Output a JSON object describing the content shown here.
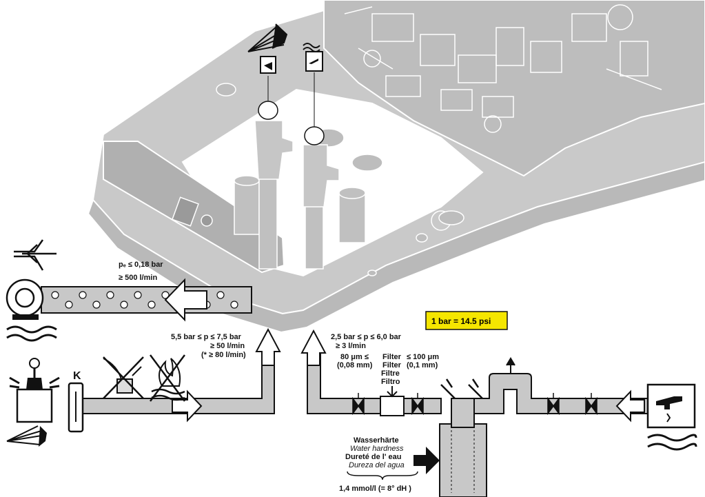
{
  "colors": {
    "machine_fill": "#c9c9c9",
    "machine_stroke": "#ffffff",
    "pipe_fill": "#c8c8c8",
    "outline": "#111111",
    "highlight": "#f5e600"
  },
  "icons": [
    "pump-icon",
    "steam-icon",
    "water-tap-icon",
    "no-oil-icon",
    "no-fire-icon",
    "pressure-gauge-icon",
    "hot-water-icon",
    "valve-icon",
    "filter-icon",
    "outlet-arrow-icon"
  ],
  "labels": {
    "drain_pressure": "pₑ ≤ 0,18 bar",
    "drain_flow": "≥ 500 l/min",
    "hot_pressure": "5,5 bar ≤ p ≤ 7,5 bar",
    "hot_flow": "≥ 50 l/min",
    "hot_flow_alt": "(* ≥ 80 l/min)",
    "cold_pressure": "2,5 bar ≤ p ≤ 6,0 bar",
    "cold_flow": "≥ 3 l/min",
    "filter_min": "80 μm  ≤",
    "filter_min_mm": "(0,08 mm)",
    "filter_max": "≤ 100 μm",
    "filter_max_mm": "(0,1 mm)",
    "filter_de": "Filter",
    "filter_en": "Filter",
    "filter_fr": "Filtre",
    "filter_es": "Filtro",
    "k_label": "K",
    "hardness_de": "Wasserhärte",
    "hardness_en": "Water hardness",
    "hardness_fr": "Dureté  de l' eau",
    "hardness_es": "Dureza del agua",
    "hardness_value": "1,4 mmol/l  (= 8° dH )",
    "conversion": "1 bar = 14.5 psi"
  }
}
